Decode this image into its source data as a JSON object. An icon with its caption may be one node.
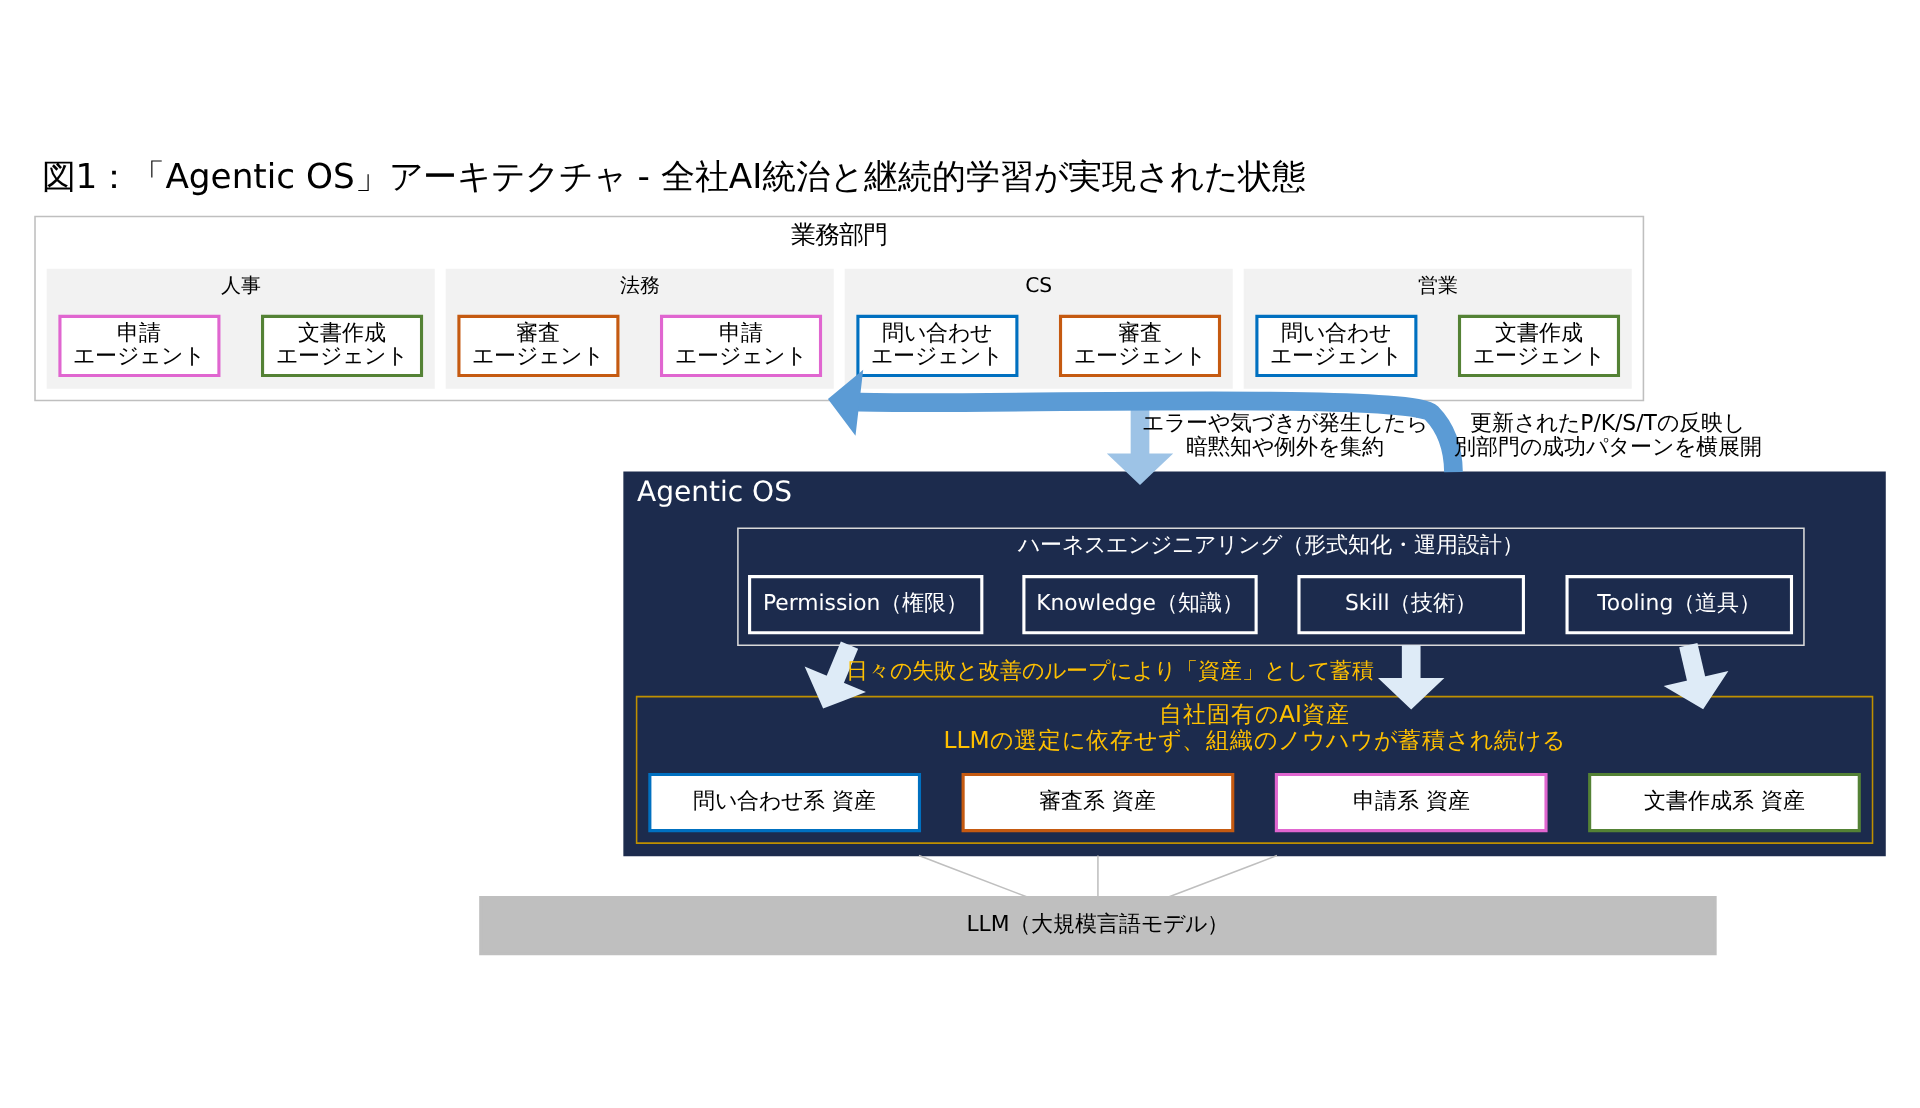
{
  "diagram": {
    "title": "図1：「Agentic OS」アーキテクチャ - 全社AI統治と継続的学習が実現された状態",
    "nodes": [
      {
        "text": [
          "業務部門"
        ]
      },
      {
        "text": [
          "営業"
        ],
        "in": 0
      },
      {
        "text": [
          "問い合わせエージェント"
        ],
        "in": 1
      },
      {
        "text": [
          "文書作成エージェント"
        ],
        "in": 1
      },
      {
        "text": [
          "CS"
        ],
        "in": 0
      },
      {
        "text": [
          "問い合わせエージェント"
        ],
        "in": 4
      },
      {
        "text": [
          "審査エージェント"
        ],
        "in": 4
      },
      {
        "text": [
          "法務"
        ],
        "in": 0
      },
      {
        "text": [
          "審査エージェント"
        ],
        "in": 7
      },
      {
        "text": [
          "申請エージェント"
        ],
        "in": 7
      },
      {
        "text": [
          "人事"
        ],
        "in": 0
      },
      {
        "text": [
          "申請エージェント"
        ],
        "in": 10
      },
      {
        "text": [
          "文書作成エージェント"
        ],
        "in": 10
      },
      {
        "text": [
          "Agentic OS"
        ]
      },
      {
        "text": [
          "ハーネスエンジニアリング（形式知化・運用設計）"
        ],
        "in": 13
      },
      {
        "text": [
          "Permission（権限）"
        ],
        "in": 14
      },
      {
        "text": [
          "Knowledge（知識）"
        ],
        "in": 14
      },
      {
        "text": [
          "Skill（技術）"
        ],
        "in": 14
      },
      {
        "text": [
          "Tooling（道具）"
        ],
        "in": 14
      },
      {
        "text": [
          "自社固有のAI資産",
          "LLMの選定に依存せず、組織のノウハウが蓄積され続ける"
        ],
        "in": 13
      },
      {
        "text": [
          "問い合わせ系 資産"
        ],
        "in": 19
      },
      {
        "text": [
          "審査系 資産"
        ],
        "in": 19
      },
      {
        "text": [
          "申請系 資産"
        ],
        "in": 19
      },
      {
        "text": [
          "文書作成系 資産"
        ],
        "in": 19
      },
      {
        "text": [
          "LLM（大規模言語モデル）"
        ]
      }
    ],
    "edges": [
      {
        "from": 0,
        "to": 13,
        "arrow": "to",
        "label": "エラーや気づきが発生したら暗黙知や例外を集約",
        "color": "#9dc3e6"
      },
      {
        "from": 13,
        "to": 0,
        "arrow": "to",
        "label": "更新されたP/K/S/Tの反映し別部門の成功パターンを横展開",
        "color": "#5b9bd5"
      },
      {
        "from": 14,
        "to": 19,
        "arrow": "to",
        "label": "日々の失敗と改善のループにより「資産」として蓄積",
        "color": "#deebf7"
      },
      {
        "from": 14,
        "to": 19,
        "arrow": "to",
        "color": "#deebf7"
      },
      {
        "from": 14,
        "to": 19,
        "arrow": "to",
        "color": "#deebf7"
      },
      {
        "from": 13,
        "to": 24,
        "arrow": "none",
        "color": "#bfbfbf"
      },
      {
        "from": 13,
        "to": 24,
        "arrow": "none",
        "color": "#bfbfbf"
      },
      {
        "from": 13,
        "to": 24,
        "arrow": "none",
        "color": "#bfbfbf"
      }
    ]
  }
}
